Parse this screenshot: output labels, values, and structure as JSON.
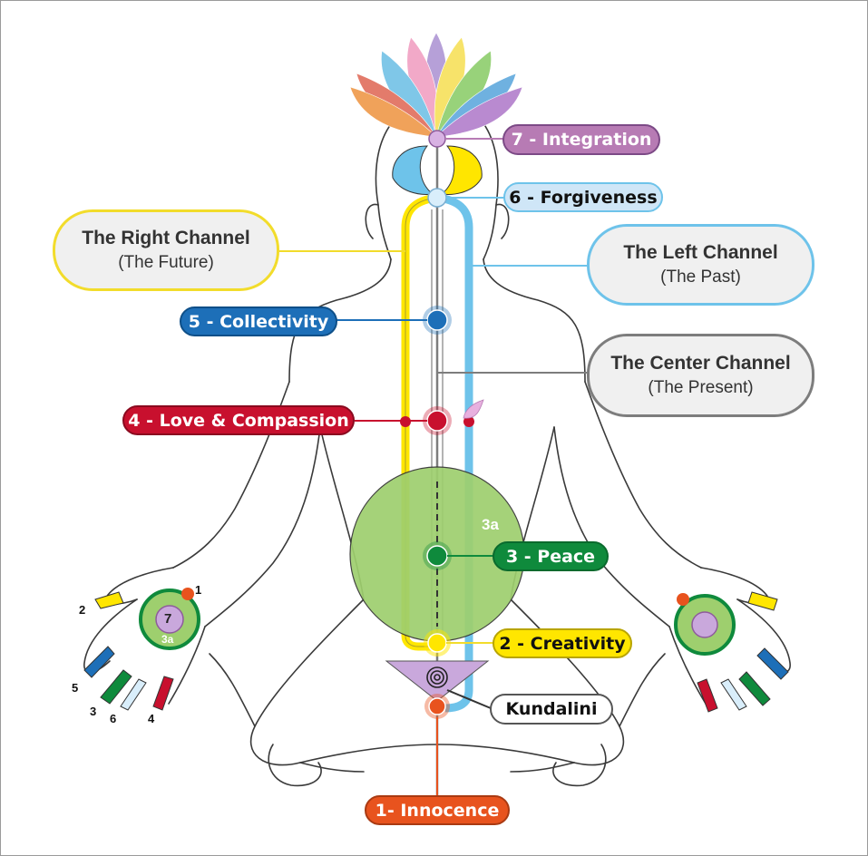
{
  "colors": {
    "yellow": "#ffe600",
    "blue": "#6ec3ea",
    "gray": "#7d7d7d",
    "green": "#9ecf6e",
    "red": "#c8102e",
    "orange": "#e8531e",
    "purple": "#b77bb4",
    "dark_blue": "#1d6fb8",
    "dark_green": "#0f8a3c"
  },
  "chakras": {
    "integration": "7 - Integration",
    "forgiveness": "6 - Forgiveness",
    "collectivity": "5 - Collectivity",
    "love": "4 - Love & Compassion",
    "peace": "3 - Peace",
    "creativity": "2 - Creativity",
    "kundalini": "Kundalini",
    "innocence": "1- Innocence",
    "void_label": "3a"
  },
  "channels": {
    "right": {
      "title": "The Right Channel",
      "subtitle": "(The Future)"
    },
    "left": {
      "title": "The Left Channel",
      "subtitle": "(The Past)"
    },
    "center": {
      "title": "The Center Channel",
      "subtitle": "(The Present)"
    }
  },
  "hand": {
    "palm_number": "7",
    "palm_sub": "3a",
    "fingers": [
      "1",
      "2",
      "5",
      "3",
      "6",
      "4"
    ]
  }
}
